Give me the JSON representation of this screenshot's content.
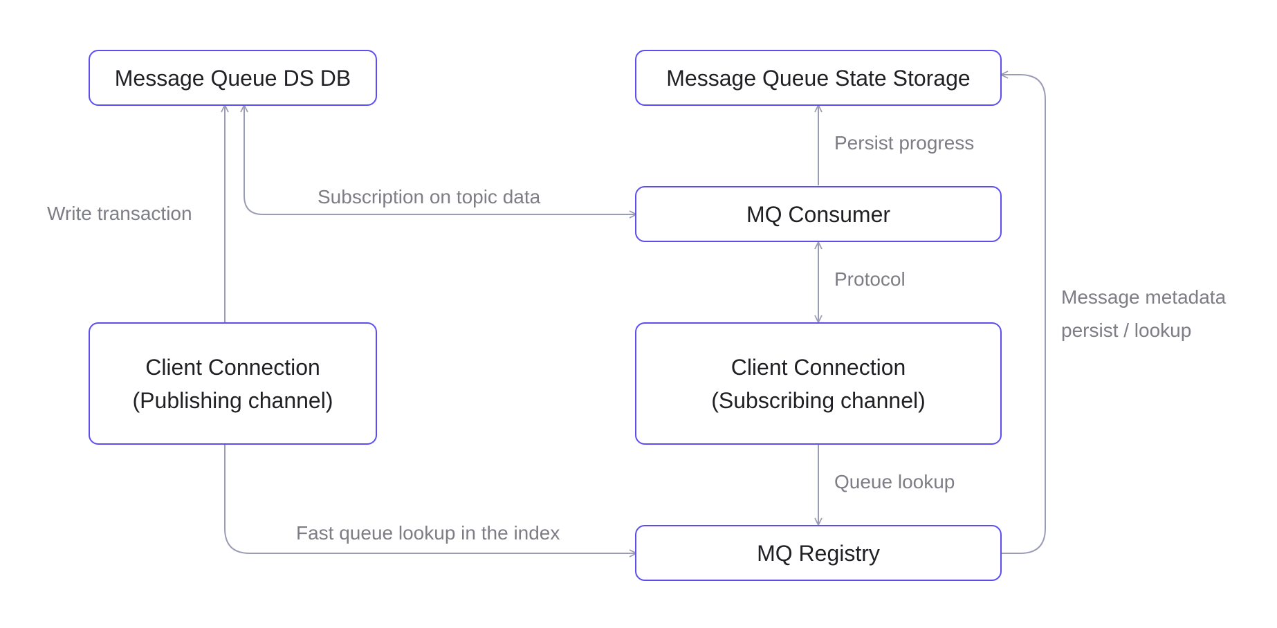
{
  "colors": {
    "node_border": "#5b4df0",
    "edge": "#9a9cb4",
    "node_text": "#1f1f24",
    "label_text": "#7d7d86"
  },
  "nodes": {
    "ds_db": {
      "label": "Message Queue DS DB"
    },
    "state_storage": {
      "label": "Message Queue State Storage"
    },
    "consumer": {
      "label": "MQ Consumer"
    },
    "pub_conn": {
      "line1": "Client Connection",
      "line2": "(Publishing channel)"
    },
    "sub_conn": {
      "line1": "Client Connection",
      "line2": "(Subscribing channel)"
    },
    "registry": {
      "label": "MQ Registry"
    }
  },
  "edges": {
    "write_transaction": "Write transaction",
    "subscription": "Subscription on topic data",
    "persist_progress": "Persist progress",
    "protocol": "Protocol",
    "queue_lookup": "Queue lookup",
    "fast_lookup": "Fast queue lookup in the index",
    "metadata_line1": "Message metadata",
    "metadata_line2": "persist / lookup"
  }
}
